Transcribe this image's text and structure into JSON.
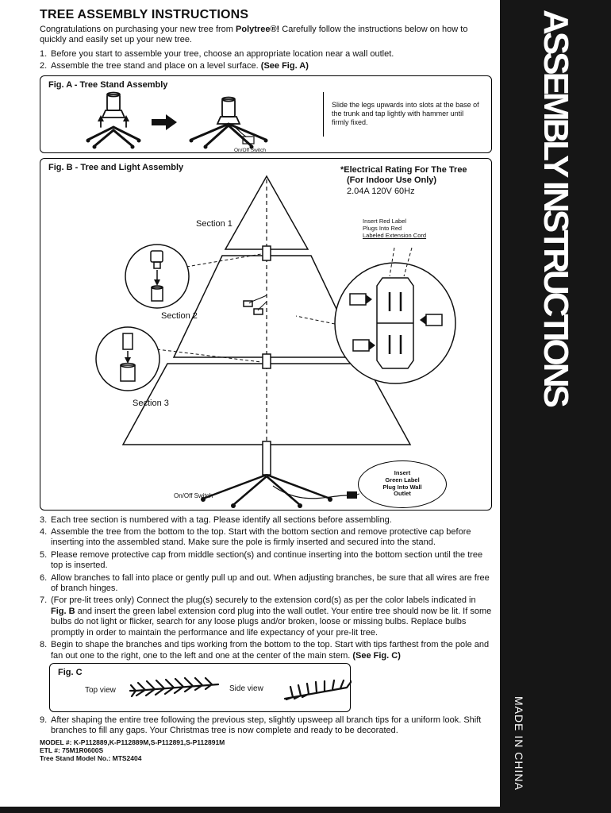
{
  "title": "TREE ASSEMBLY INSTRUCTIONS",
  "intro": {
    "pre": "Congratulations on purchasing your new tree from ",
    "brand": "Polytree®!",
    "post": " Carefully follow the instructions below on how to quickly and easily set up your new tree."
  },
  "steps": [
    {
      "num": "1.",
      "text": "Before you start to assemble your tree, choose an appropriate location near a wall outlet."
    },
    {
      "num": "2.",
      "text": "Assemble the tree stand and place on a level surface. ",
      "bold": "(See Fig. A)"
    },
    {
      "num": "3.",
      "text": "Each tree section is numbered with a tag. Please identify all sections before assembling."
    },
    {
      "num": "4.",
      "text": "Assemble the tree from the bottom to the top. Start with the bottom section and remove protective cap before inserting into the assembled stand. Make sure the pole is firmly inserted and secured into the stand."
    },
    {
      "num": "5.",
      "text": "Please remove protective cap from middle section(s) and continue inserting into the bottom section until the tree top is inserted."
    },
    {
      "num": "6.",
      "text": "Allow branches to fall into place or gently pull up and out. When adjusting branches, be sure that all wires are free of branch hinges."
    },
    {
      "num": "7.",
      "text": "(For pre-lit trees only) Connect the plug(s) securely to the extension cord(s) as per the color labels indicated in ",
      "bold": "Fig. B",
      "post": " and insert the green label extension cord plug into the wall outlet. Your entire tree should now be lit. If some bulbs do not light or flicker, search for any loose plugs and/or broken, loose or missing bulbs. Replace bulbs promptly in order to maintain the performance and life expectancy of your pre-lit tree."
    },
    {
      "num": "8.",
      "text": "Begin to shape the branches and tips working from the bottom to the top. Start with tips farthest from the pole and fan out one to the right, one to the left and one at the center of the main stem. ",
      "bold": "(See Fig. C)"
    },
    {
      "num": "9.",
      "text": "After shaping the entire tree following the previous step, slightly upsweep all branch tips for a uniform look. Shift branches to fill any gaps. Your Christmas tree is now complete and ready to be decorated."
    }
  ],
  "fig_a": {
    "title": "Fig. A - Tree Stand Assembly",
    "note": "Slide the legs upwards into slots at the base of the trunk and tap lightly with hammer until firmly fixed.",
    "switch_label": "On/Off Switch"
  },
  "fig_b": {
    "title": "Fig. B - Tree and Light Assembly",
    "rating_line1": "*Electrical Rating For The Tree",
    "rating_line2": "(For Indoor Use Only)",
    "rating_line3": "2.04A 120V 60Hz",
    "section1": "Section 1",
    "section2": "Section 2",
    "section3": "Section 3",
    "red_label_line1": "Insert Red Label",
    "red_label_line2": "Plugs Into Red",
    "red_label_line3": "Labeled Extension Cord",
    "green_label_line1": "Insert",
    "green_label_line2": "Green Label",
    "green_label_line3": "Plug Into Wall",
    "green_label_line4": "Outlet",
    "switch_label": "On/Off Switch"
  },
  "fig_c": {
    "title": "Fig. C",
    "top_view": "Top view",
    "side_view": "Side view"
  },
  "footer": {
    "model": "MODEL #: K-P112889,K-P112889M,S-P112891,S-P112891M",
    "etl": "ETL #: 75M1R0600S",
    "stand": "Tree Stand Model No.: MTS2404"
  },
  "sidebar": {
    "title": "ASSEMBLY INSTRUCTIONS",
    "made_in": "MADE IN CHINA"
  },
  "colors": {
    "sidebar_bg": "#161616",
    "ink": "#111111"
  }
}
